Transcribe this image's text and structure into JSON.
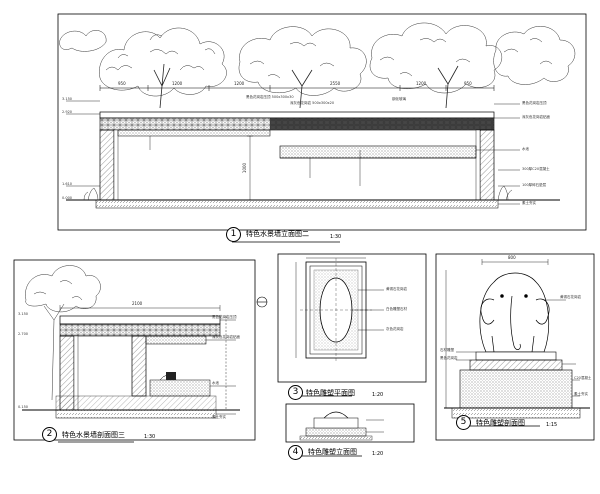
{
  "drawings": [
    {
      "id": "1",
      "number": "1",
      "title": "特色水景墙立面图二",
      "scale": "1:30"
    },
    {
      "id": "2",
      "number": "2",
      "title": "特色水景墙剖面图三",
      "scale": "1:30"
    },
    {
      "id": "3",
      "number": "3",
      "title": "特色雕塑平面图",
      "scale": "1:20"
    },
    {
      "id": "4",
      "number": "4",
      "title": "特色雕塑立面图",
      "scale": "1:20"
    },
    {
      "id": "5",
      "number": "5",
      "title": "特色雕塑剖面图",
      "scale": "1:15"
    }
  ],
  "dimensions": {
    "top": [
      "950",
      "1200",
      "1200",
      "2550",
      "1200",
      "950"
    ],
    "elevation_height": "1000",
    "section_width": "2100",
    "sculpture_width": "800"
  },
  "side_labels": {
    "drawing1_left": [
      "3.150",
      "2.920",
      "1.610",
      "0.000"
    ],
    "drawing2_left": [
      "3.150",
      "2.700",
      "0.150"
    ]
  },
  "callouts": {
    "drawing1_top": [
      "黑色花岗岩压顶 500x300x30",
      "深灰色花岗岩 500x300x20",
      "钢化玻璃"
    ],
    "drawing1_right": [
      "黑色花岗岩压顶",
      "深灰色花岗岩贴面",
      "水池",
      "300厚C20混凝土",
      "100厚碎石垫层",
      "素土夯实"
    ],
    "drawing2_right": [
      "黑色花岗岩压顶",
      "深灰色花岗岩贴面",
      "水池",
      "素土夯实"
    ],
    "drawing3_right": [
      "黄锈石花岗岩",
      "白色雕塑石材",
      "灰色花岗岩"
    ],
    "drawing5_left": [
      "石材雕塑",
      "黑色花岗岩"
    ],
    "drawing5_right": [
      "黄锈石花岗岩",
      "C20混凝土",
      "素土夯实"
    ]
  }
}
